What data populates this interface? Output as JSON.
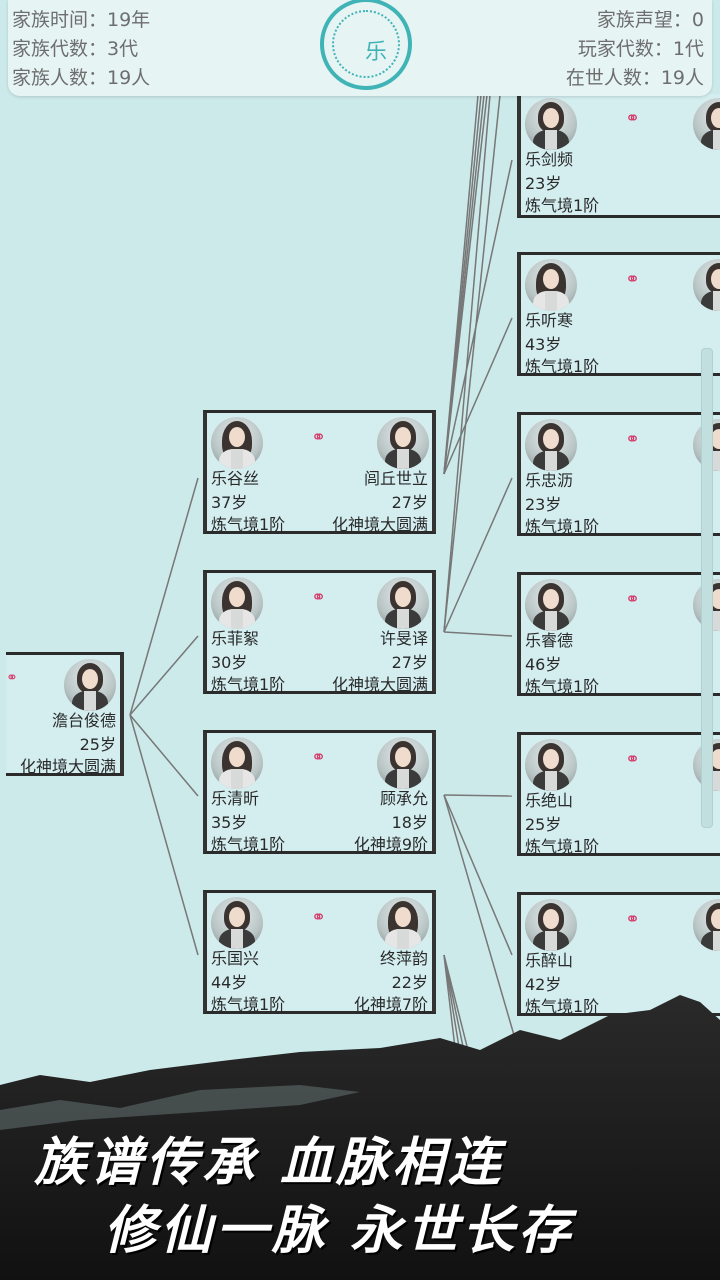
{
  "header": {
    "left_stats": [
      "家族时间：19年",
      "家族代数：3代",
      "家族人数：19人"
    ],
    "right_stats": [
      "家族声望：0",
      "玩家代数：1代",
      "在世人数：19人"
    ],
    "seal_char": "乐"
  },
  "root": {
    "name": "澹台俊德",
    "age": "25岁",
    "realm": "化神境大圆满",
    "gender": "m"
  },
  "couples": [
    {
      "left": {
        "name": "乐谷丝",
        "age": "37岁",
        "realm": "炼气境1阶",
        "gender": "f"
      },
      "right": {
        "name": "闾丘世立",
        "age": "27岁",
        "realm": "化神境大圆满",
        "gender": "m"
      }
    },
    {
      "left": {
        "name": "乐菲絮",
        "age": "30岁",
        "realm": "炼气境1阶",
        "gender": "f"
      },
      "right": {
        "name": "许旻译",
        "age": "27岁",
        "realm": "化神境大圆满",
        "gender": "m"
      }
    },
    {
      "left": {
        "name": "乐清昕",
        "age": "35岁",
        "realm": "炼气境1阶",
        "gender": "f"
      },
      "right": {
        "name": "顾承允",
        "age": "18岁",
        "realm": "化神境9阶",
        "gender": "m"
      }
    },
    {
      "left": {
        "name": "乐国兴",
        "age": "44岁",
        "realm": "炼气境1阶",
        "gender": "m"
      },
      "right": {
        "name": "终萍韵",
        "age": "22岁",
        "realm": "化神境7阶",
        "gender": "f"
      }
    }
  ],
  "grandchildren": [
    {
      "name": "乐剑频",
      "age": "23岁",
      "realm": "炼气境1阶",
      "gender": "m"
    },
    {
      "name": "乐听寒",
      "age": "43岁",
      "realm": "炼气境1阶",
      "gender": "f"
    },
    {
      "name": "乐忠沥",
      "age": "23岁",
      "realm": "炼气境1阶",
      "gender": "m"
    },
    {
      "name": "乐睿德",
      "age": "46岁",
      "realm": "炼气境1阶",
      "gender": "m"
    },
    {
      "name": "乐绝山",
      "age": "25岁",
      "realm": "炼气境1阶",
      "gender": "m"
    },
    {
      "name": "乐醉山",
      "age": "42岁",
      "realm": "炼气境1阶",
      "gender": "m"
    }
  ],
  "marriage_icon": "wedding-rings-icon",
  "slogans": [
    "族谱传承 血脉相连",
    "修仙一脉 永世长存"
  ]
}
